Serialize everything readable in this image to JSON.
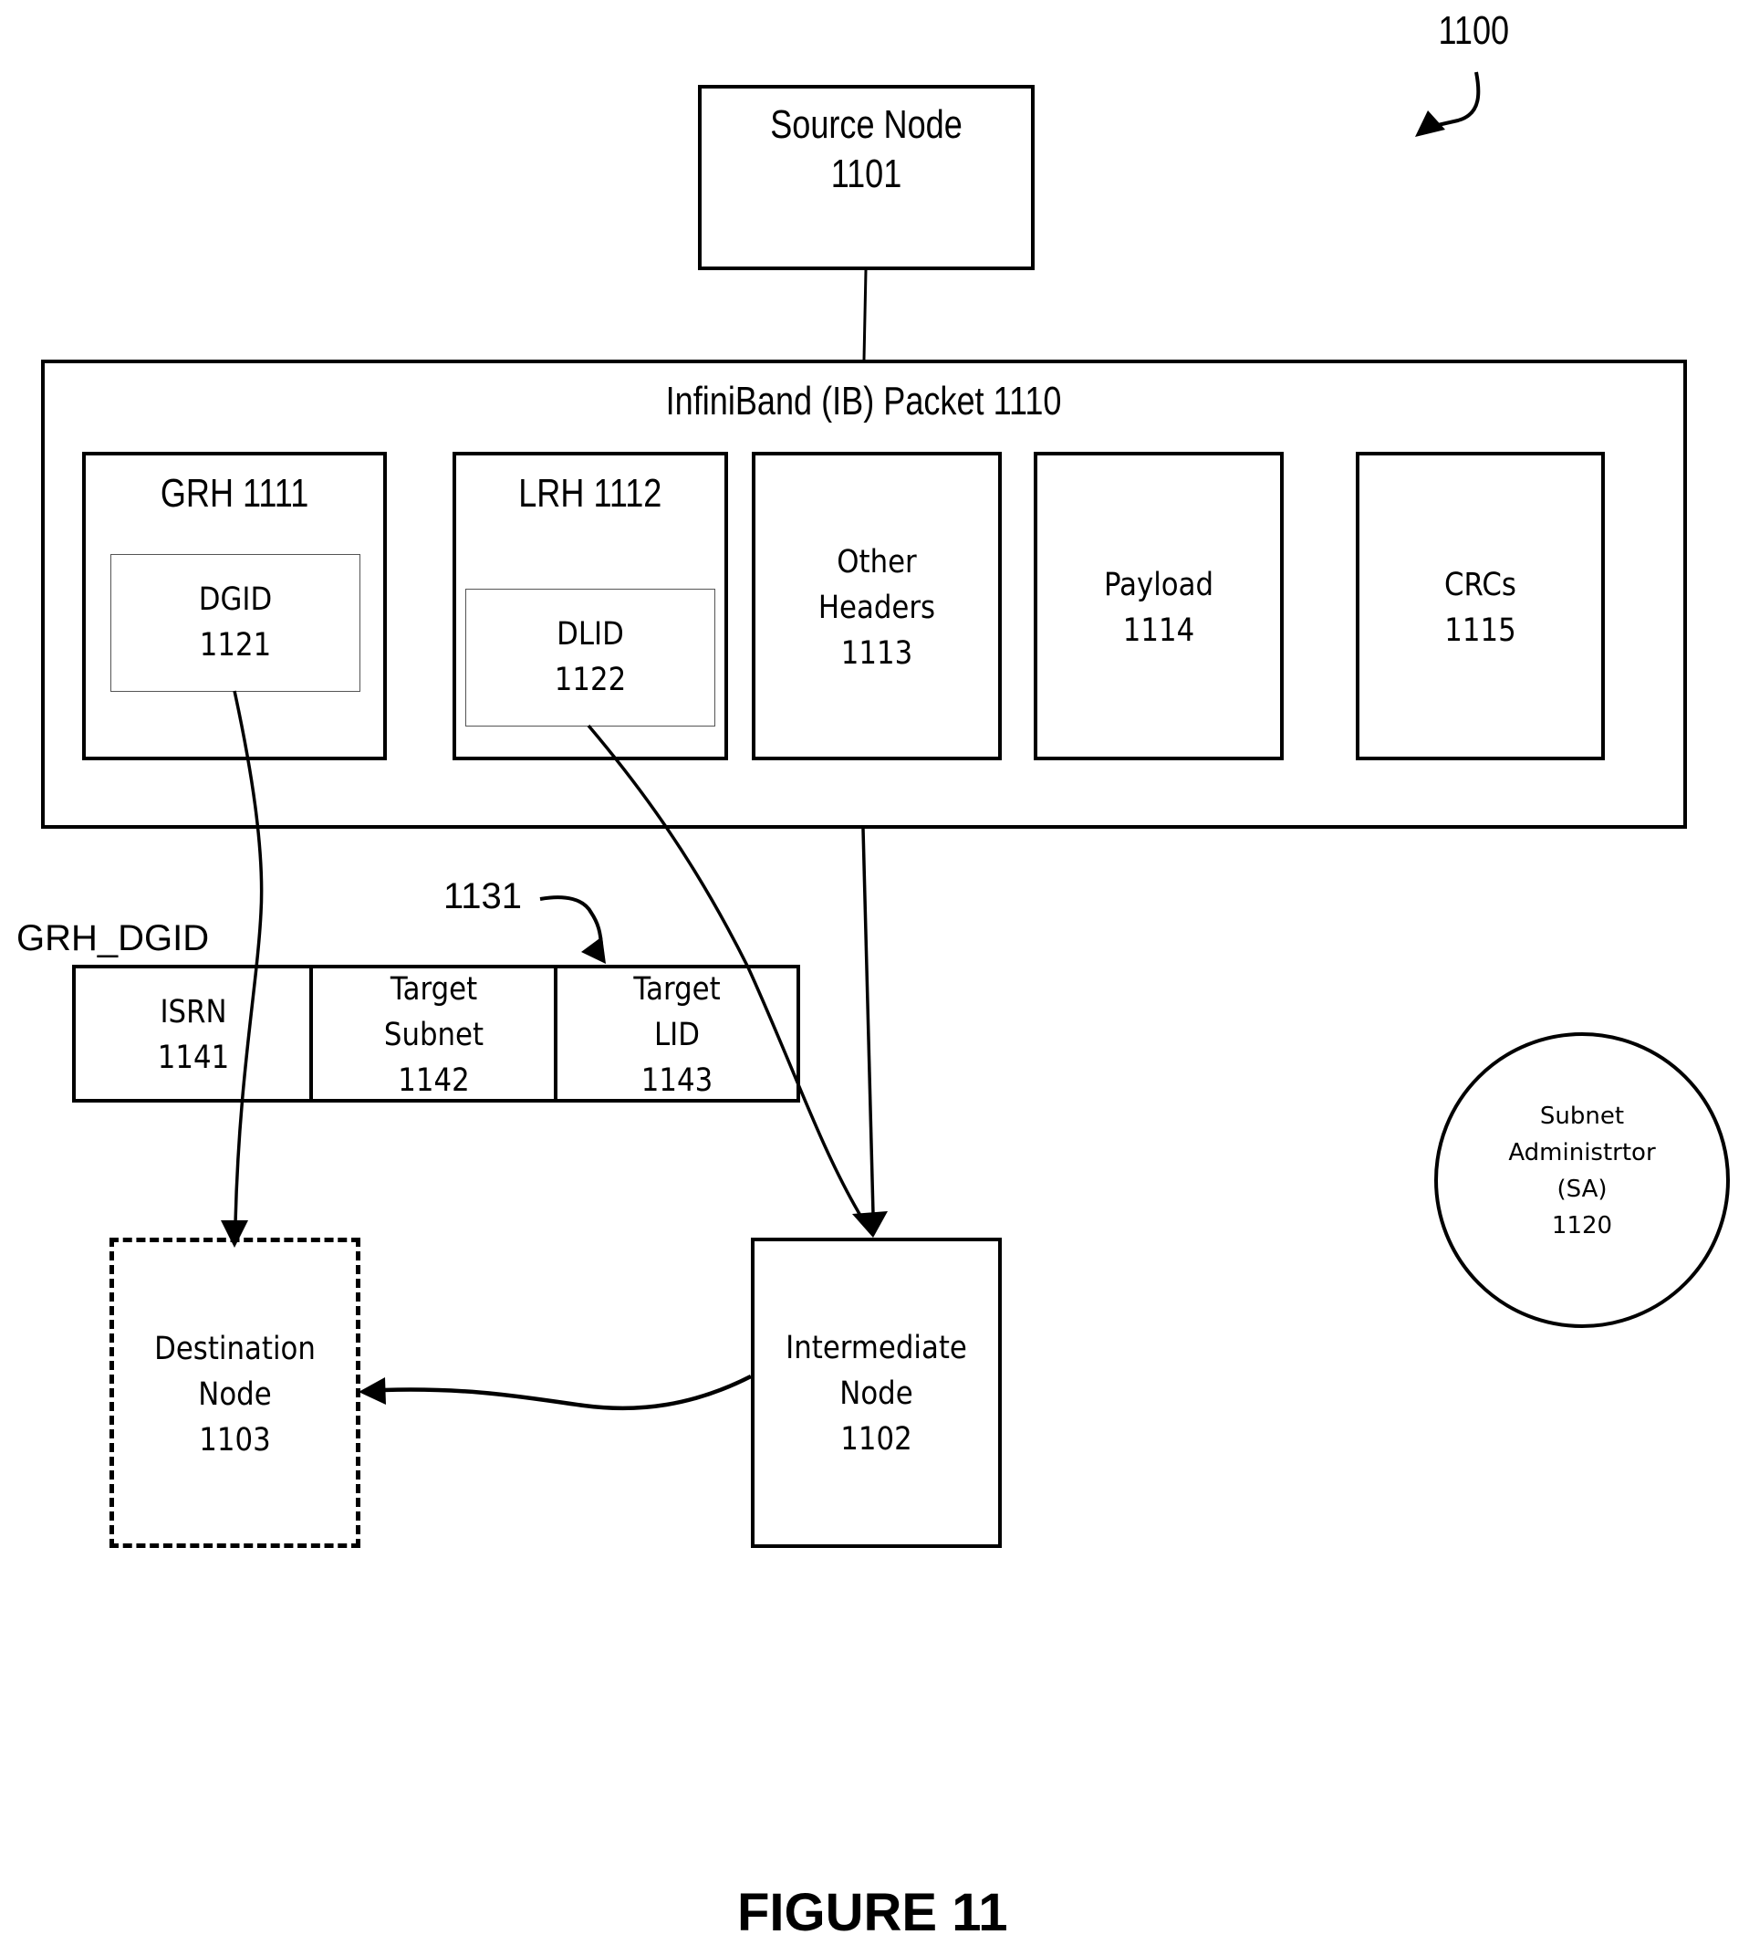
{
  "figure": {
    "ref_number": "1100",
    "caption": "FIGURE 11"
  },
  "source_node": {
    "lines": [
      "Source Node",
      "1101"
    ]
  },
  "packet": {
    "title": "InfiniBand (IB) Packet 1110",
    "fields": [
      {
        "id": "grh",
        "lines": [
          "GRH 1111"
        ],
        "inner": {
          "lines": [
            "DGID",
            "1121"
          ]
        }
      },
      {
        "id": "lrh",
        "lines": [
          "LRH 1112"
        ],
        "inner": {
          "lines": [
            "DLID",
            "1122"
          ]
        }
      },
      {
        "id": "other-headers",
        "lines": [
          "Other",
          "Headers",
          "1113"
        ]
      },
      {
        "id": "payload",
        "lines": [
          "Payload",
          "1114"
        ]
      },
      {
        "id": "crcs",
        "lines": [
          "CRCs",
          "1115"
        ]
      }
    ]
  },
  "grh_dgid": {
    "label": "GRH_DGID",
    "ref_number": "1131",
    "cells": [
      {
        "lines": [
          "ISRN",
          "1141"
        ]
      },
      {
        "lines": [
          "Target",
          "Subnet",
          "1142"
        ]
      },
      {
        "lines": [
          "Target",
          "LID",
          "1143"
        ]
      }
    ]
  },
  "destination_node": {
    "lines": [
      "Destination",
      "Node",
      "1103"
    ],
    "style": "dashed"
  },
  "intermediate_node": {
    "lines": [
      "Intermediate",
      "Node",
      "1102"
    ]
  },
  "subnet_administrator": {
    "lines": [
      "Subnet",
      "Administrtor",
      "(SA)",
      "1120"
    ]
  },
  "connections": [
    {
      "from": "source-node",
      "to": "ib-packet",
      "arrow": false
    },
    {
      "from": "dgid",
      "to": "destination-node",
      "arrow": true
    },
    {
      "from": "dlid",
      "to": "intermediate-node",
      "arrow": true
    },
    {
      "from": "ib-packet",
      "to": "intermediate-node",
      "arrow": true
    },
    {
      "from": "intermediate-node",
      "to": "destination-node",
      "arrow": true
    }
  ]
}
